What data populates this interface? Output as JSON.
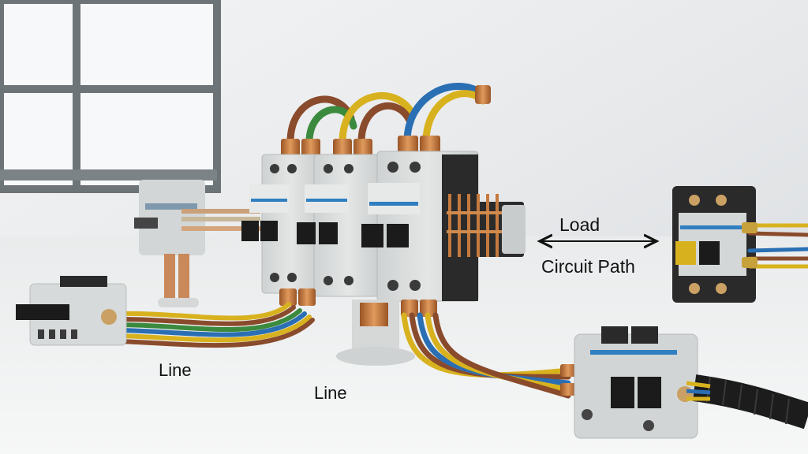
{
  "labels": {
    "load": "Load",
    "circuit_path": "Circuit Path",
    "line_left": "Line",
    "line_center": "Line"
  },
  "colors": {
    "wire_brown": "#8a4b2c",
    "wire_green": "#3b8a3e",
    "wire_yellow": "#d8b21e",
    "wire_blue": "#2a6fb3",
    "copper": "#c47a3e",
    "breaker_body": "#d9dbdb",
    "breaker_stripe": "#2f7fc1",
    "toggle": "#1b1b1b",
    "black_body": "#222222"
  }
}
